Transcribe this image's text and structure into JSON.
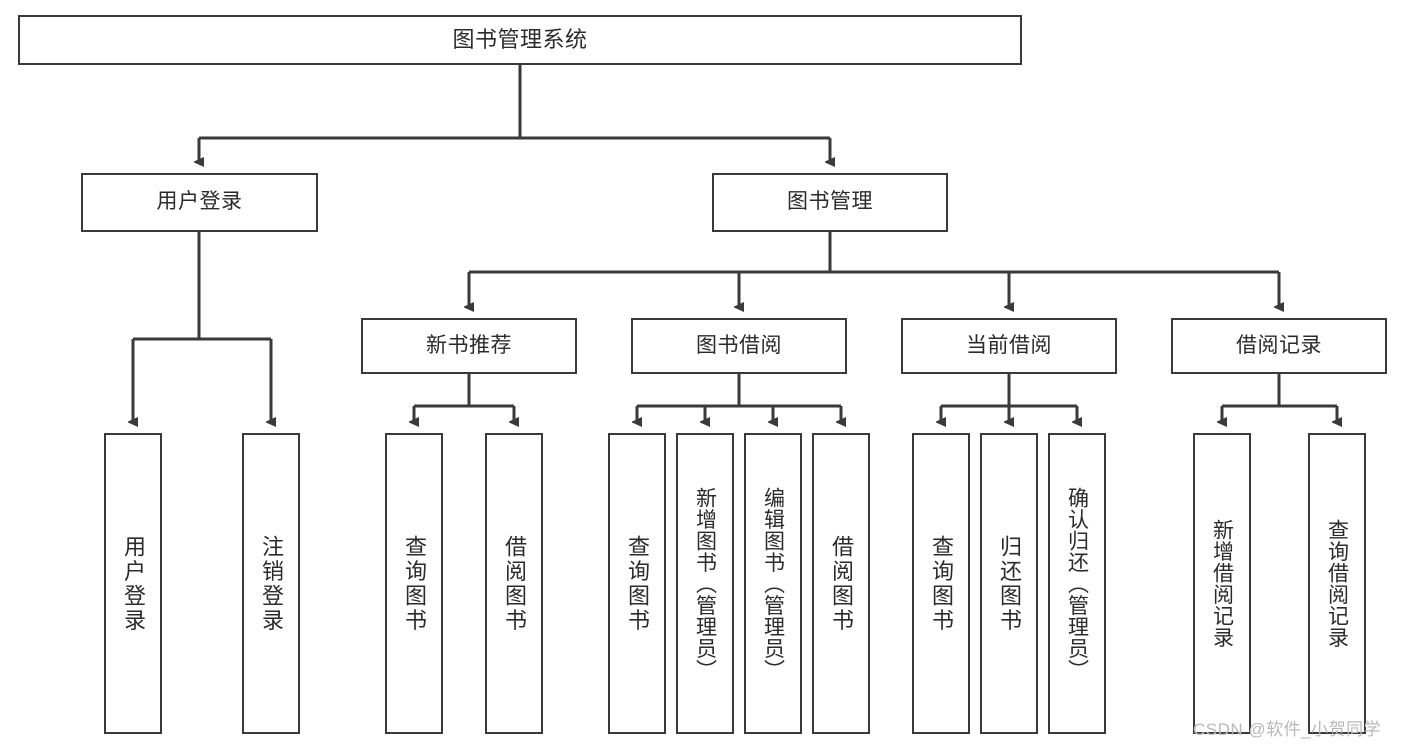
{
  "diagram": {
    "title": "图书管理系统",
    "type": "hierarchy-tree",
    "line_color": "#3a3a3a",
    "text_color": "#2b2b2b",
    "background": "#ffffff"
  },
  "root": {
    "label": "图书管理系统"
  },
  "level2": [
    {
      "label": "用户登录"
    },
    {
      "label": "图书管理"
    }
  ],
  "level3": [
    {
      "label": "新书推荐"
    },
    {
      "label": "图书借阅"
    },
    {
      "label": "当前借阅"
    },
    {
      "label": "借阅记录"
    }
  ],
  "leaves": {
    "user_login": [
      {
        "label": "用户登录"
      },
      {
        "label": "注销登录"
      }
    ],
    "new_book_recommend": [
      {
        "label": "查询图书"
      },
      {
        "label": "借阅图书"
      }
    ],
    "book_borrow": [
      {
        "label": "查询图书"
      },
      {
        "label": "新增图书（管理员）"
      },
      {
        "label": "编辑图书（管理员）"
      },
      {
        "label": "借阅图书"
      }
    ],
    "current_borrow": [
      {
        "label": "查询图书"
      },
      {
        "label": "归还图书"
      },
      {
        "label": "确认归还（管理员）"
      }
    ],
    "borrow_record": [
      {
        "label": "新增借阅记录"
      },
      {
        "label": "查询借阅记录"
      }
    ]
  },
  "watermark": {
    "text": "CSDN @软件_小贺同学"
  }
}
